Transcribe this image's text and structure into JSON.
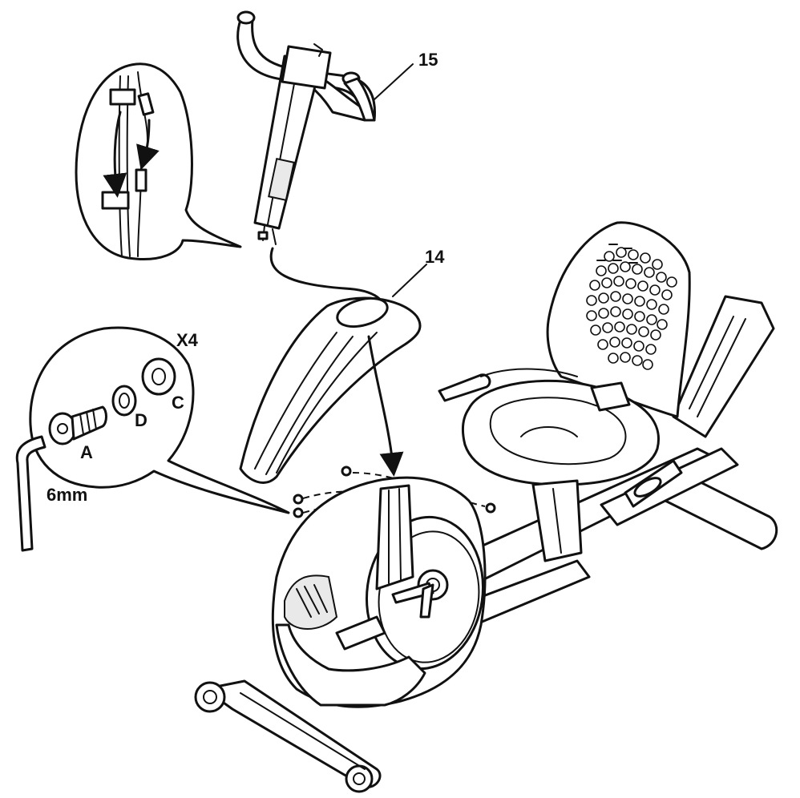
{
  "labels": {
    "part_15": "15",
    "part_14": "14",
    "quantity": "X4",
    "bolt": "A",
    "lock_washer": "D",
    "flat_washer": "C",
    "wrench_size": "6mm"
  }
}
